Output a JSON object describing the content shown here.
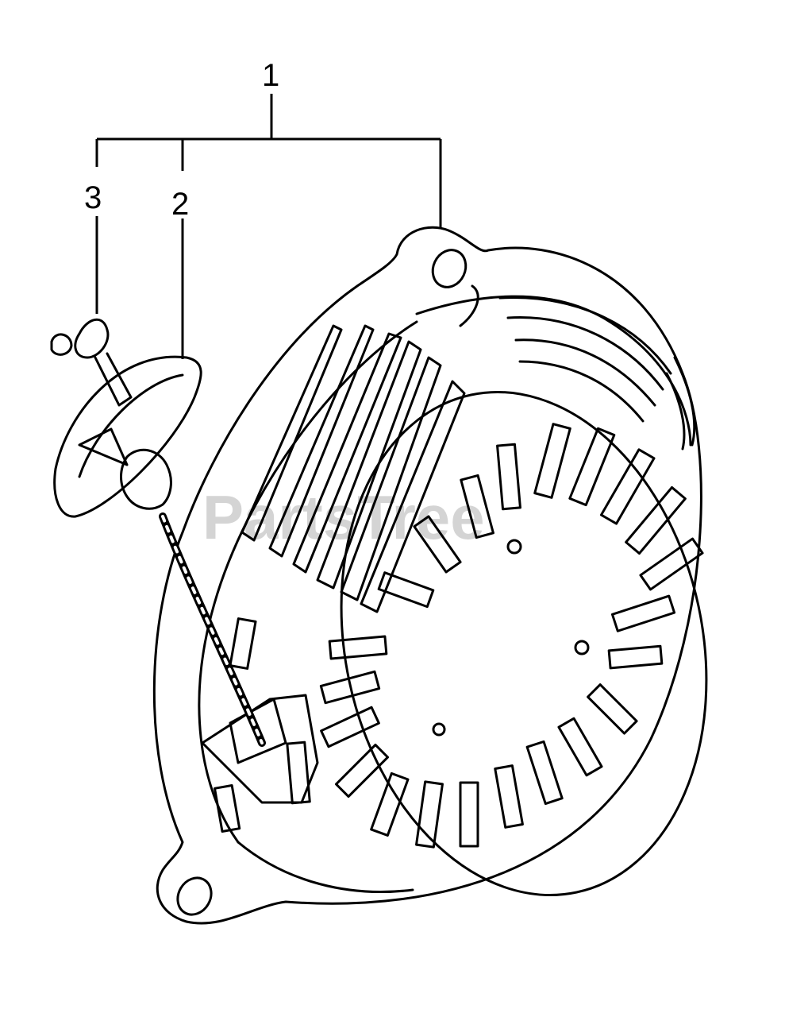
{
  "diagram": {
    "callouts": [
      {
        "id": "1",
        "label": "1"
      },
      {
        "id": "2",
        "label": "2"
      },
      {
        "id": "3",
        "label": "3"
      }
    ],
    "watermark": "PartsTree",
    "colors": {
      "line": "#000000",
      "background": "#ffffff",
      "watermark": "#d4d4d4"
    }
  }
}
